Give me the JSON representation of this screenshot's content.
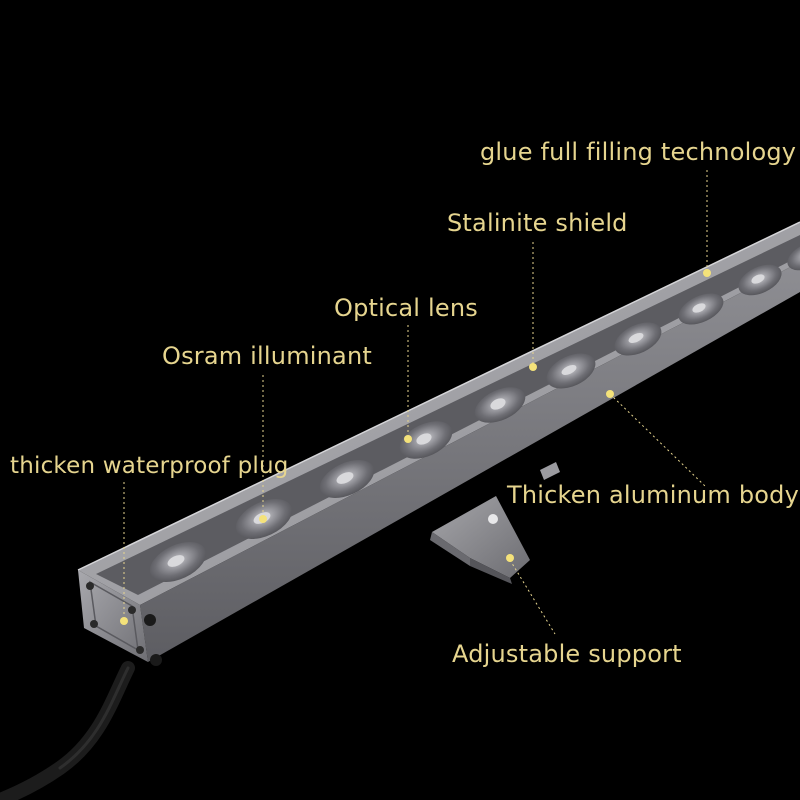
{
  "labels": {
    "glue": "glue full filling technology",
    "shield": "Stalinite shield",
    "lens": "Optical lens",
    "illuminant": "Osram illuminant",
    "plug": "thicken waterproof plug",
    "body": "Thicken aluminum body",
    "support": "Adjustable support"
  },
  "colors": {
    "background": "#000000",
    "label_text": "#e6d58f",
    "leader_dot": "#f4e27a",
    "aluminum": "#8d8d92"
  }
}
